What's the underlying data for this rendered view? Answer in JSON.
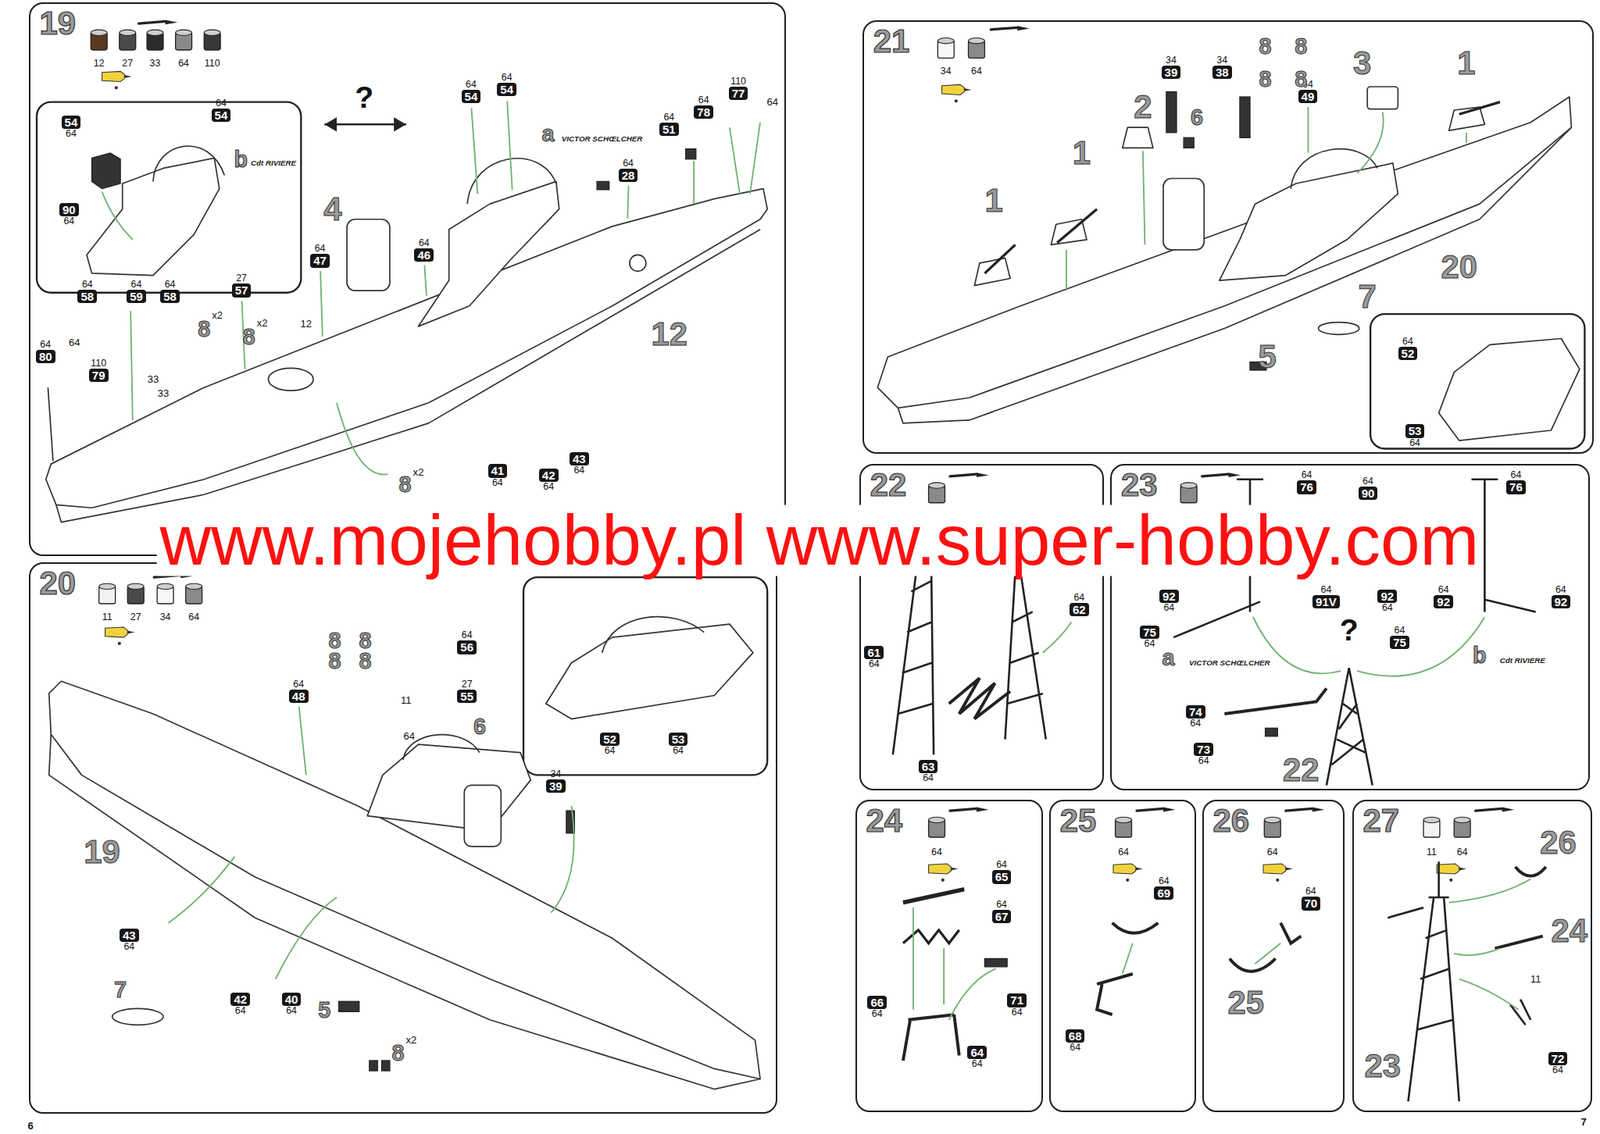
{
  "diagram": {
    "nodes": [
      {
        "text": [
          "19"
        ]
      },
      {
        "text": [
          "54",
          "64"
        ],
        "in": 0
      },
      {
        "text": [
          "64",
          "54"
        ],
        "in": 0
      },
      {
        "text": [
          "90",
          "64"
        ],
        "in": 0
      },
      {
        "text": [
          "64",
          "54"
        ],
        "in": 0
      },
      {
        "text": [
          "64",
          "54"
        ],
        "in": 0
      },
      {
        "text": [
          "64",
          "78"
        ],
        "in": 0
      },
      {
        "text": [
          "110",
          "77"
        ],
        "in": 0
      },
      {
        "text": [
          "64",
          "51"
        ],
        "in": 0
      },
      {
        "text": [
          "64",
          "28"
        ],
        "in": 0
      },
      {
        "text": [
          "64",
          "47"
        ],
        "in": 0
      },
      {
        "text": [
          "64",
          "46"
        ],
        "in": 0
      },
      {
        "text": [
          "27",
          "57"
        ],
        "in": 0
      },
      {
        "text": [
          "64",
          "58"
        ],
        "in": 0
      },
      {
        "text": [
          "64",
          "59"
        ],
        "in": 0
      },
      {
        "text": [
          "64",
          "58"
        ],
        "in": 0
      },
      {
        "text": [
          "64",
          "80"
        ],
        "in": 0
      },
      {
        "text": [
          "110",
          "79"
        ],
        "in": 0
      },
      {
        "text": [
          "41",
          "64"
        ],
        "in": 0
      },
      {
        "text": [
          "42",
          "64"
        ],
        "in": 0
      },
      {
        "text": [
          "43",
          "64"
        ],
        "in": 0
      },
      {
        "text": [
          "20"
        ]
      },
      {
        "text": [
          "64",
          "56"
        ],
        "in": 21
      },
      {
        "text": [
          "27",
          "55"
        ],
        "in": 21
      },
      {
        "text": [
          "64",
          "48"
        ],
        "in": 21
      },
      {
        "text": [
          "34",
          "39"
        ],
        "in": 21
      },
      {
        "text": [
          "52",
          "64"
        ],
        "in": 21
      },
      {
        "text": [
          "53",
          "64"
        ],
        "in": 21
      },
      {
        "text": [
          "43",
          "64"
        ],
        "in": 21
      },
      {
        "text": [
          "42",
          "64"
        ],
        "in": 21
      },
      {
        "text": [
          "40",
          "64"
        ],
        "in": 21
      },
      {
        "text": [
          "21"
        ]
      },
      {
        "text": [
          "34",
          "39"
        ],
        "in": 31
      },
      {
        "text": [
          "34",
          "38"
        ],
        "in": 31
      },
      {
        "text": [
          "64",
          "49"
        ],
        "in": 31
      },
      {
        "text": [
          "64",
          "52"
        ],
        "in": 31
      },
      {
        "text": [
          "53",
          "64"
        ],
        "in": 31
      },
      {
        "text": [
          "22"
        ]
      },
      {
        "text": [
          "64",
          "62"
        ],
        "in": 37
      },
      {
        "text": [
          "61",
          "64"
        ],
        "in": 37
      },
      {
        "text": [
          "63",
          "64"
        ],
        "in": 37
      },
      {
        "text": [
          "23"
        ]
      },
      {
        "text": [
          "64",
          "76"
        ],
        "in": 41
      },
      {
        "text": [
          "64",
          "90"
        ],
        "in": 41
      },
      {
        "text": [
          "64",
          "91V"
        ],
        "in": 41
      },
      {
        "text": [
          "92",
          "64"
        ],
        "in": 41
      },
      {
        "text": [
          "75",
          "64"
        ],
        "in": 41
      },
      {
        "text": [
          "64",
          "76"
        ],
        "in": 41
      },
      {
        "text": [
          "64",
          "92"
        ],
        "in": 41
      },
      {
        "text": [
          "64",
          "92"
        ],
        "in": 41
      },
      {
        "text": [
          "92",
          "64"
        ],
        "in": 41
      },
      {
        "text": [
          "64",
          "75"
        ],
        "in": 41
      },
      {
        "text": [
          "74",
          "64"
        ],
        "in": 41
      },
      {
        "text": [
          "73",
          "64"
        ],
        "in": 41
      },
      {
        "text": [
          "24"
        ]
      },
      {
        "text": [
          "64",
          "65"
        ],
        "in": 54
      },
      {
        "text": [
          "64",
          "67"
        ],
        "in": 54
      },
      {
        "text": [
          "66",
          "64"
        ],
        "in": 54
      },
      {
        "text": [
          "71",
          "64"
        ],
        "in": 54
      },
      {
        "text": [
          "64",
          "64"
        ],
        "in": 54
      },
      {
        "text": [
          "25"
        ]
      },
      {
        "text": [
          "64",
          "69"
        ],
        "in": 60
      },
      {
        "text": [
          "68",
          "64"
        ],
        "in": 60
      },
      {
        "text": [
          "26"
        ]
      },
      {
        "text": [
          "64",
          "70"
        ],
        "in": 63
      },
      {
        "text": [
          "27"
        ]
      },
      {
        "text": [
          "72",
          "64"
        ],
        "in": 65
      }
    ],
    "labels": [
      "12",
      "27",
      "33",
      "64",
      "110",
      "?",
      "a",
      "VICTOR SCHŒLCHER",
      "b",
      "Cdt RIVIERE",
      "4",
      "64",
      "12",
      "8",
      "x2",
      "8",
      "x2",
      "33",
      "33",
      "64",
      "12",
      "8",
      "x2",
      "11",
      "27",
      "34",
      "64",
      "8",
      "8",
      "8",
      "8",
      "11",
      "64",
      "6",
      "19",
      "7",
      "5",
      "8",
      "x2",
      "34",
      "64",
      "8",
      "8",
      "8",
      "8",
      "2",
      "6",
      "3",
      "1",
      "1",
      "1",
      "20",
      "7",
      "5",
      "?",
      "a",
      "VICTOR SCHŒLCHER",
      "b",
      "Cdt RIVIERE",
      "22",
      "64",
      "64",
      "64",
      "25",
      "11",
      "64",
      "26",
      "24",
      "11",
      "23",
      "www.mojehobby.pl www.super-hobby.com",
      "6",
      "7"
    ]
  }
}
